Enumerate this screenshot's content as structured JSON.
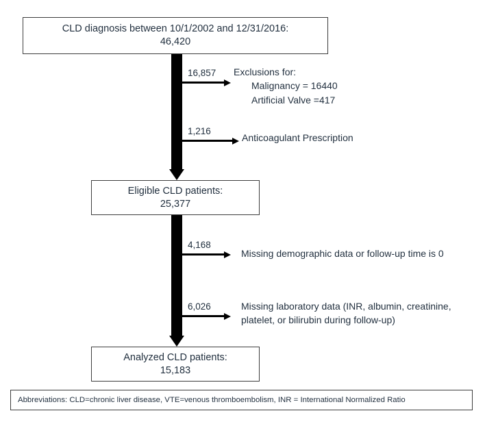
{
  "figure": {
    "type": "study-flow-diagram",
    "background_color": "#ffffff",
    "text_color": "#22303f",
    "arrow_color": "#000000",
    "box_border_color": "#3c3c3c"
  },
  "nodes": {
    "top": {
      "title": "CLD diagnosis between 10/1/2002 and 12/31/2016:",
      "count": "46,420"
    },
    "eligible": {
      "title": "Eligible CLD patients:",
      "count": "25,377"
    },
    "analyzed": {
      "title": "Analyzed CLD patients:",
      "count": "15,183"
    }
  },
  "branches": [
    {
      "count": "16,857",
      "label_line1": "Exclusions for:",
      "label_line2": "Malignancy = 16440",
      "label_line3": "Artificial Valve =417"
    },
    {
      "count": "1,216",
      "label_line1": "Anticoagulant Prescription"
    },
    {
      "count": "4,168",
      "label_line1": "Missing demographic data or follow-up time is 0"
    },
    {
      "count": "6,026",
      "label_line1": "Missing laboratory data (INR, albumin, creatinine,",
      "label_line2": "platelet, or bilirubin during follow-up)"
    }
  ],
  "footer": {
    "abbreviations": "Abbreviations: CLD=chronic liver disease, VTE=venous thromboembolism, INR = International Normalized Ratio"
  }
}
